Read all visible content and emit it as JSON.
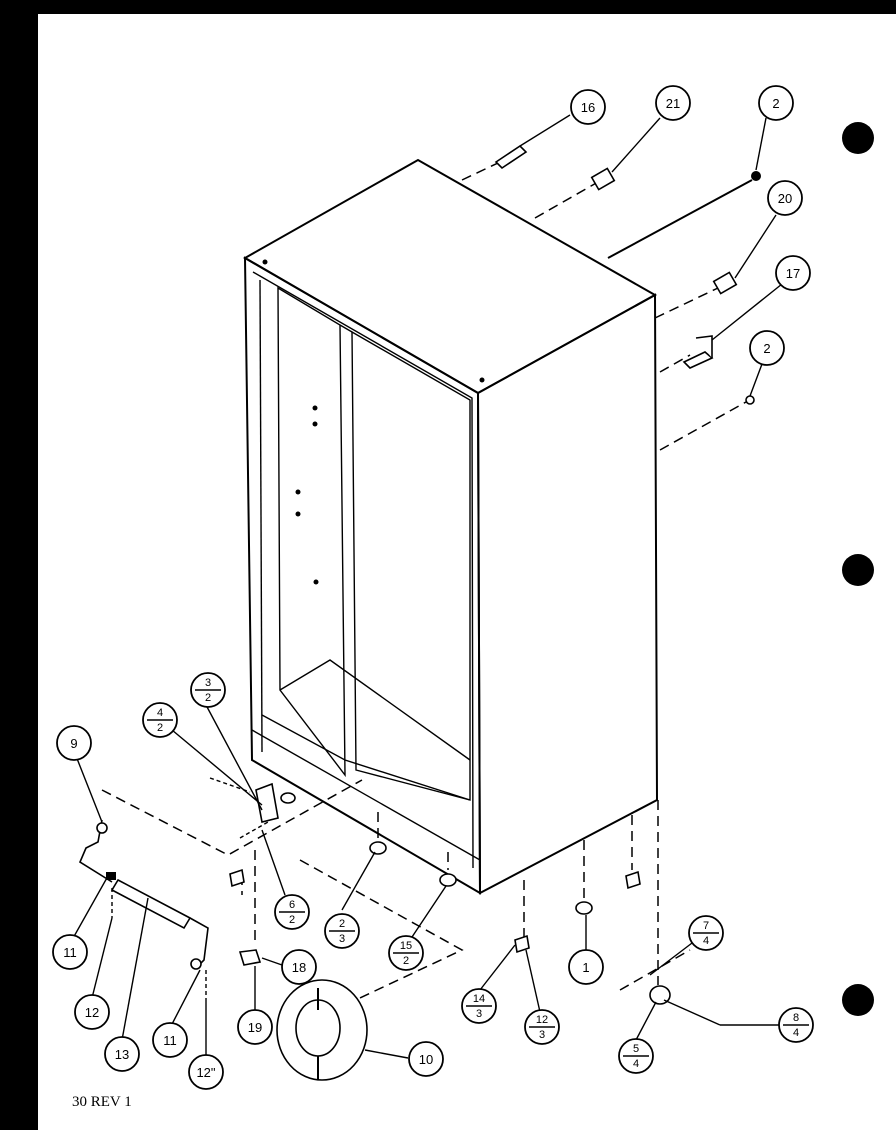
{
  "callouts": {
    "c16": "16",
    "c21": "21",
    "c2a": "2",
    "c20": "20",
    "c17": "17",
    "c2b": "2",
    "c9": "9",
    "c11a": "11",
    "c12a": "12",
    "c13": "13",
    "c11b": "11",
    "c12b": "12\"",
    "c19": "19",
    "c18": "18",
    "c10": "10",
    "c1": "1"
  },
  "fractions": {
    "f3_2": {
      "top": "3",
      "bottom": "2"
    },
    "f4_2": {
      "top": "4",
      "bottom": "2"
    },
    "f6_2": {
      "top": "6",
      "bottom": "2"
    },
    "f2_3": {
      "top": "2",
      "bottom": "3"
    },
    "f15_2": {
      "top": "15",
      "bottom": "2"
    },
    "f14_3": {
      "top": "14",
      "bottom": "3"
    },
    "f12_3": {
      "top": "12",
      "bottom": "3"
    },
    "f7_4": {
      "top": "7",
      "bottom": "4"
    },
    "f8_4": {
      "top": "8",
      "bottom": "4"
    },
    "f5_4": {
      "top": "5",
      "bottom": "4"
    }
  },
  "footer": {
    "page_code": "30 REV 1"
  }
}
